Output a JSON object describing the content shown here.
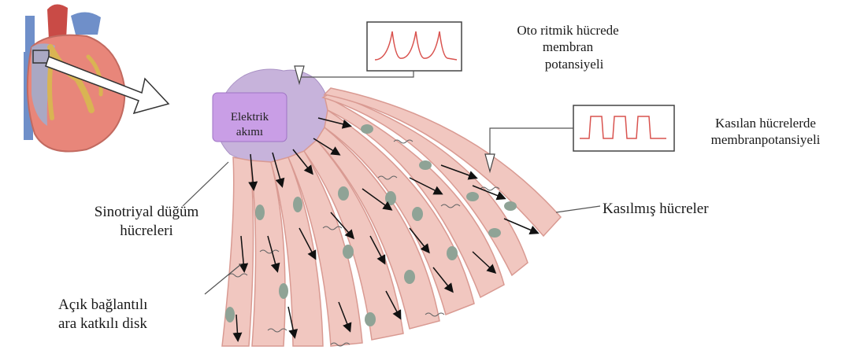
{
  "labels": {
    "oto_ritmik": [
      "Oto ritmik hücrede",
      "membran",
      "potansiyeli"
    ],
    "kasilan": [
      "Kasılan hücrelerde",
      "membranpotansiyeli"
    ],
    "kasilmis": "Kasılmış hücreler",
    "sinotriyal": [
      "Sinotriyal düğüm",
      "hücreleri"
    ],
    "acik": [
      "Açık bağlantılı",
      "ara katkılı disk"
    ],
    "elektrik": [
      "Elektrik",
      "akımı"
    ]
  },
  "colors": {
    "fiber": "#f1c7c0",
    "fiber_edge": "#d99a92",
    "nucleus": "#8fa396",
    "sa_node": "#c7b3db",
    "elektrik_box": "#c99ee6",
    "trace": "#d9534f",
    "heart": "#e8867a"
  },
  "icons": [
    "heart-illustration",
    "arrow-icon"
  ]
}
